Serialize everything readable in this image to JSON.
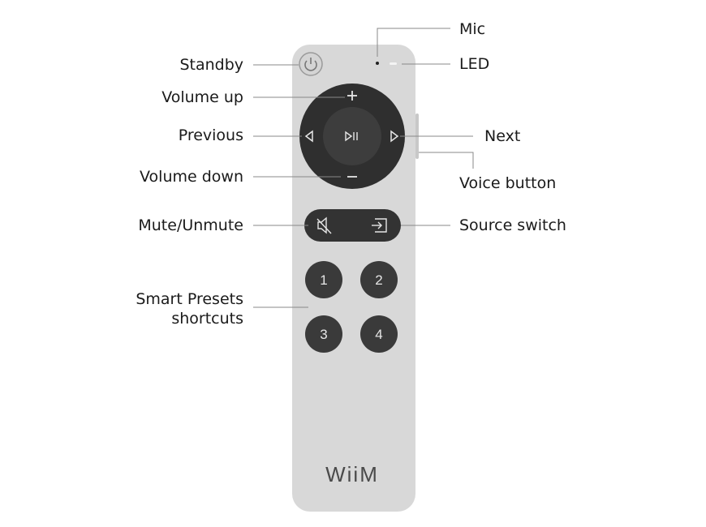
{
  "labels": {
    "standby": "Standby",
    "volume_up": "Volume up",
    "previous": "Previous",
    "volume_down": "Volume down",
    "mute": "Mute/Unmute",
    "presets_line1": "Smart Presets",
    "presets_line2": "shortcuts",
    "mic": "Mic",
    "led": "LED",
    "next": "Next",
    "voice": "Voice button",
    "source": "Source switch"
  },
  "remote": {
    "presets": [
      "1",
      "2",
      "3",
      "4"
    ],
    "logo": "WiiM",
    "icons": [
      "power-icon",
      "plus-icon",
      "play-pause-icon",
      "previous-icon",
      "next-icon",
      "minus-icon",
      "mute-icon",
      "source-icon"
    ]
  },
  "colors": {
    "body": "#d9d9d9",
    "buttons": "#3c3c3c",
    "wheel_outer": "#2e2e2e"
  }
}
